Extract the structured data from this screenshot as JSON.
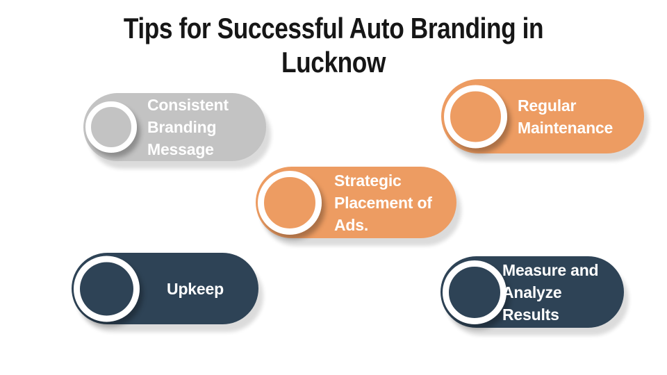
{
  "title": {
    "line1": "Tips for Successful Auto Branding in",
    "line2": "Lucknow"
  },
  "colors": {
    "background": "#ffffff",
    "title_text": "#161616",
    "label_text": "#ffffff",
    "gray": "#c3c3c3",
    "orange": "#ed9c62",
    "navy": "#2e4356"
  },
  "pills": [
    {
      "name": "consistent-branding-message",
      "label": "Consistent Branding Message",
      "lines": [
        "Consistent",
        "Branding",
        "Message"
      ],
      "color": "#c3c3c3"
    },
    {
      "name": "regular-maintenance",
      "label": "Regular Maintenance",
      "lines": [
        "Regular",
        "Maintenance"
      ],
      "color": "#ed9c62"
    },
    {
      "name": "strategic-placement-of-ads",
      "label": "Strategic Placement of Ads.",
      "lines": [
        "Strategic",
        "Placement of",
        "Ads."
      ],
      "color": "#ed9c62"
    },
    {
      "name": "upkeep",
      "label": "Upkeep",
      "lines": [
        "Upkeep"
      ],
      "color": "#2e4356"
    },
    {
      "name": "measure-and-analyze-results",
      "label": "Measure and Analyze Results",
      "lines": [
        "Measure and",
        "Analyze",
        "Results"
      ],
      "color": "#2e4356"
    }
  ]
}
